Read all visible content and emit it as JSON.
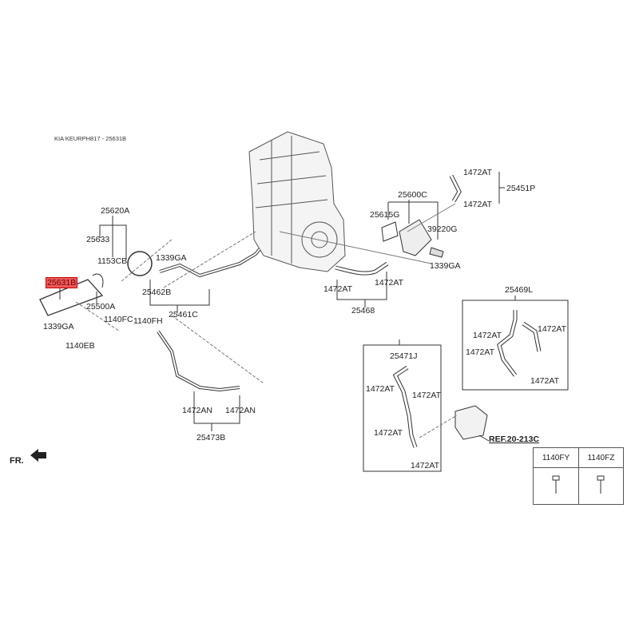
{
  "title": "KIA KEURPH817 - 25631B",
  "direction_label": "FR.",
  "highlighted_part": "25631B",
  "labels": {
    "p25620A": "25620A",
    "p25633": "25633",
    "p1153CB": "1153CB",
    "p1339GA_a": "1339GA",
    "p25631B": "25631B",
    "p25500A": "25500A",
    "p25462B": "25462B",
    "p1140FC": "1140FC",
    "p1140FH": "1140FH",
    "p25461C": "25461C",
    "p1339GA_b": "1339GA",
    "p1140EB": "1140EB",
    "p1472AN_a": "1472AN",
    "p1472AN_b": "1472AN",
    "p25473B": "25473B",
    "p25600C": "25600C",
    "p25615G": "25615G",
    "p39220G": "39220G",
    "p1339GA_c": "1339GA",
    "p1472AT_1": "1472AT",
    "p1472AT_2": "1472AT",
    "p25468": "25468",
    "p1472AT_3": "1472AT",
    "p25451P": "25451P",
    "p1472AT_4": "1472AT",
    "p25469L": "25469L",
    "p1472AT_5": "1472AT",
    "p1472AT_6": "1472AT",
    "p1472AT_7": "1472AT",
    "p1472AT_8": "1472AT",
    "p25471J": "25471J",
    "p1472AT_9": "1472AT",
    "p1472AT_10": "1472AT",
    "p1472AT_11": "1472AT",
    "p1472AT_12": "1472AT",
    "ref": "REF.20-213C"
  },
  "bolt_table": {
    "headers": [
      "1140FY",
      "1140FZ"
    ]
  },
  "highlight_color": "#e85a5a"
}
